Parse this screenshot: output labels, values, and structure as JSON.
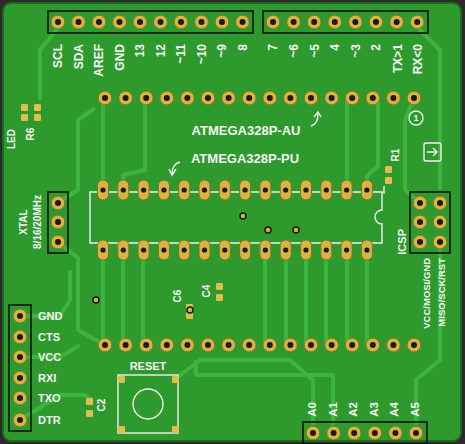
{
  "diagram": {
    "labels": [
      "SCL",
      "SDA",
      "AREF",
      "GND",
      "13",
      "12",
      "~11",
      "~10",
      "~9",
      "8",
      "7",
      "~6",
      "~5",
      "4",
      "~3",
      "2",
      "TX>1",
      "RX<0",
      "LED",
      "R6",
      "ATMEGA328P-AU",
      "1",
      "ATMEGA328P-PU",
      "R1",
      "XTAL",
      "8/16/20MHz",
      "ICSP",
      "VCC/MOSI/GND",
      "MISO/SCK/RST",
      "C6",
      "C4",
      "GND",
      "CTS",
      "VCC",
      "RXI",
      "TXO",
      "DTR",
      "RESET",
      "C2",
      "A0",
      "A1",
      "A2",
      "A3",
      "A4",
      "A5"
    ]
  }
}
